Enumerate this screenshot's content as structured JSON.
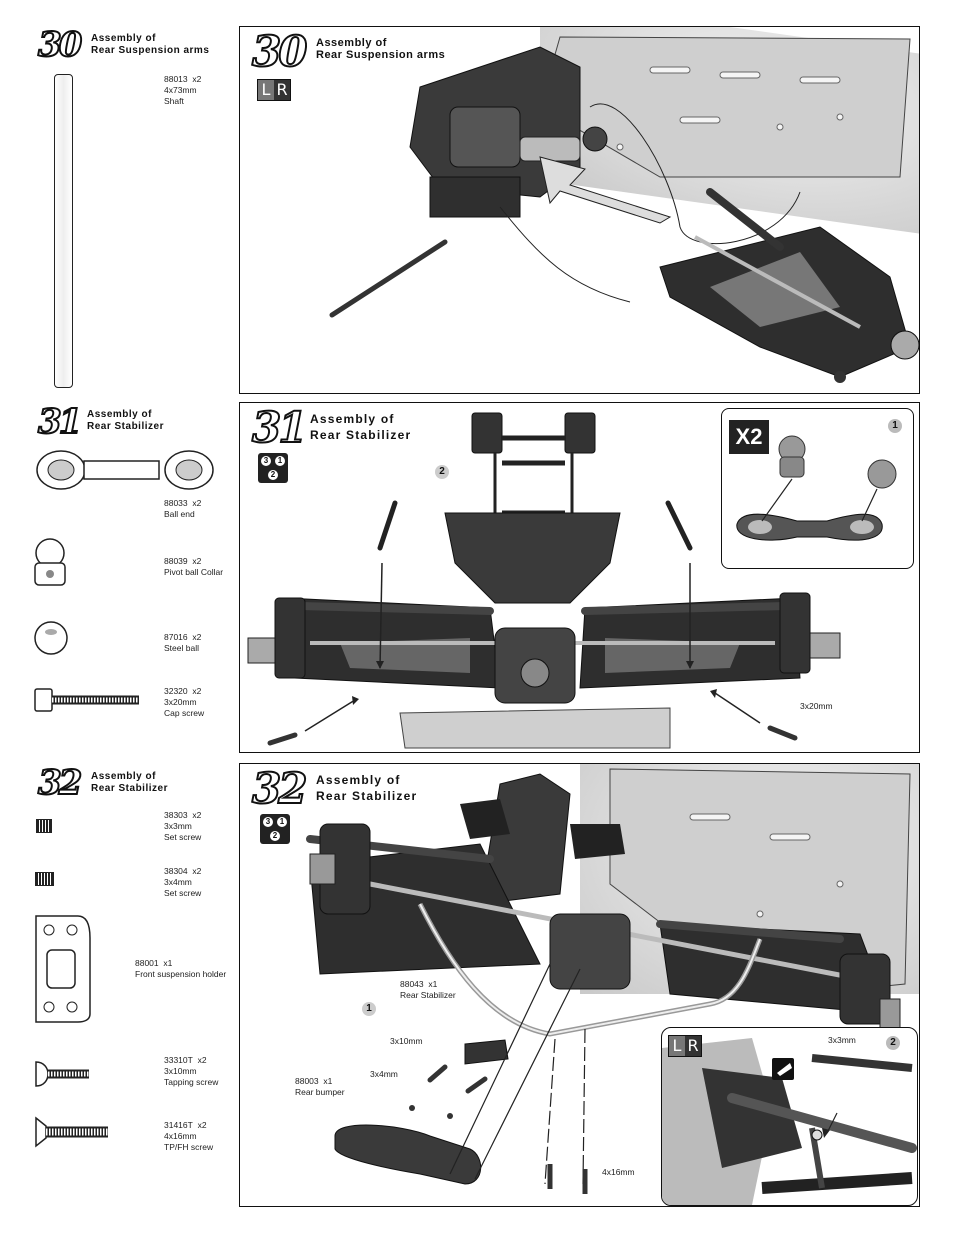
{
  "step30": {
    "number": "30",
    "title_line1": "Assembly of",
    "title_line2": "Rear Suspension arms",
    "panel_title_line1": "Assembly of",
    "panel_title_line2": "Rear Suspension arms",
    "lr_left": "L",
    "lr_right": "R",
    "parts": [
      {
        "code": "88013",
        "qty": "x2",
        "size": "4x73mm",
        "name": "Shaft"
      }
    ]
  },
  "step31": {
    "number": "31",
    "title_line1": "Assembly of",
    "title_line2": "Rear Stabilizer",
    "panel_title_line1": "Assembly of",
    "panel_title_line2": "Rear Stabilizer",
    "order": [
      "3",
      "1",
      "2"
    ],
    "callout_multiplier": "X2",
    "callout_sub": "1",
    "sub_step": "2",
    "screw_label": "3x20mm",
    "parts": [
      {
        "code": "88033",
        "qty": "x2",
        "size": "",
        "name": "Ball end"
      },
      {
        "code": "88039",
        "qty": "x2",
        "size": "",
        "name": "Pivot ball Collar"
      },
      {
        "code": "87016",
        "qty": "x2",
        "size": "",
        "name": "Steel ball"
      },
      {
        "code": "32320",
        "qty": "x2",
        "size": "3x20mm",
        "name": "Cap screw"
      }
    ]
  },
  "step32": {
    "number": "32",
    "title_line1": "Assembly of",
    "title_line2": "Rear Stabilizer",
    "panel_title_line1": "Assembly of",
    "panel_title_line2": "Rear Stabilizer",
    "order": [
      "3",
      "1",
      "2"
    ],
    "sub_step_1": "1",
    "inset_sub": "2",
    "lr_left": "L",
    "lr_right": "R",
    "labels": {
      "stabilizer_code": "88043",
      "stabilizer_qty": "x1",
      "stabilizer_name": "Rear Stabilizer",
      "bumper_code": "88003",
      "bumper_qty": "x1",
      "bumper_name": "Rear bumper",
      "screw_3x10": "3x10mm",
      "screw_3x4": "3x4mm",
      "screw_4x16": "4x16mm",
      "screw_3x3": "3x3mm"
    },
    "parts": [
      {
        "code": "38303",
        "qty": "x2",
        "size": "3x3mm",
        "name": "Set screw"
      },
      {
        "code": "38304",
        "qty": "x2",
        "size": "3x4mm",
        "name": "Set screw"
      },
      {
        "code": "88001",
        "qty": "x1",
        "size": "",
        "name": "Front suspension holder"
      },
      {
        "code": "33310T",
        "qty": "x2",
        "size": "3x10mm",
        "name": "Tapping screw"
      },
      {
        "code": "31416T",
        "qty": "x2",
        "size": "4x16mm",
        "name": "TP/FH screw"
      }
    ]
  },
  "colors": {
    "ink": "#111111",
    "panel_shade": "#d8d8d8",
    "badge": "#222222"
  }
}
